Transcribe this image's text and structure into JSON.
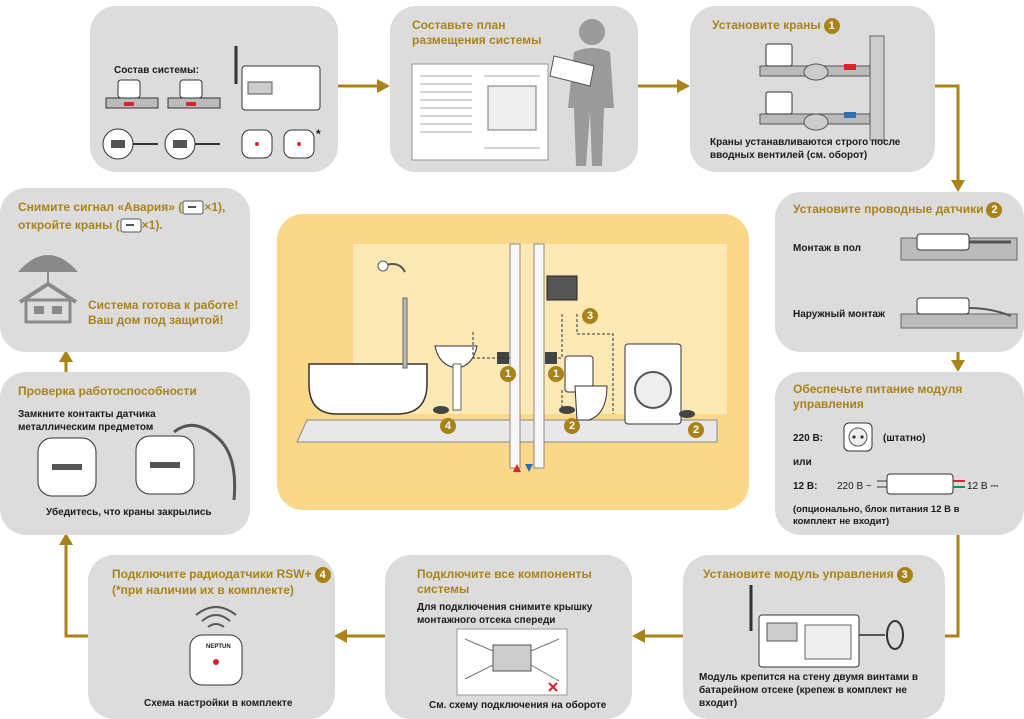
{
  "colors": {
    "panel": "#dcdcdc",
    "accent": "#a9831a",
    "center_bg": "#fbd887",
    "center_inner": "#fde9b5",
    "red": "#d9232d",
    "blue": "#2f6fb5"
  },
  "p1": {
    "label": "Состав системы:"
  },
  "p2": {
    "title": "Составьте план размещения системы"
  },
  "p3": {
    "title": "Установите краны",
    "num": "1",
    "note": "Краны устанавливаются строго после вводных вентилей (см. оборот)"
  },
  "p4": {
    "title": "Установите проводные датчики",
    "num": "2",
    "floor": "Монтаж в пол",
    "surface": "Наружный монтаж"
  },
  "p5": {
    "title": "Обеспечьте питание модуля управления",
    "v220": "220 В:",
    "standard": "(штатно)",
    "or": "или",
    "v12": "12 В:",
    "psu_in": "220 В ~",
    "psu_out": "12 В ⎓",
    "note": "(опционально, блок питания 12 В в комплект не входит)"
  },
  "p6": {
    "title": "Установите модуль управления",
    "num": "3",
    "note": "Модуль крепится на стену двумя винтами в батарейном отсеке (крепеж в комплект не входит)"
  },
  "p7": {
    "title": "Подключите все компоненты системы",
    "text": "Для подключения снимите крышку монтажного отсека спереди",
    "footer": "См. схему подключения на обороте"
  },
  "p8": {
    "title": "Подключите радиодатчики RSW+",
    "num": "4",
    "subtitle": "(*при наличии их в комплекте)",
    "footer": "Схема настройки в комплекте",
    "brand": "NEPTUN"
  },
  "p9": {
    "title": "Проверка работоспособности",
    "text": "Замкните контакты датчика металлическим предметом",
    "footer": "Убедитесь, что краны закрылись"
  },
  "p10": {
    "title_a": "Снимите сигнал «Авария» (",
    "title_b": "×1),",
    "title_c": "откройте краны (",
    "title_d": "×1).",
    "ready": "Система готова к работе! Ваш дом под защитой!"
  },
  "center": {
    "markers": [
      "1",
      "1",
      "2",
      "2",
      "3",
      "4"
    ]
  },
  "asterisk": "*"
}
